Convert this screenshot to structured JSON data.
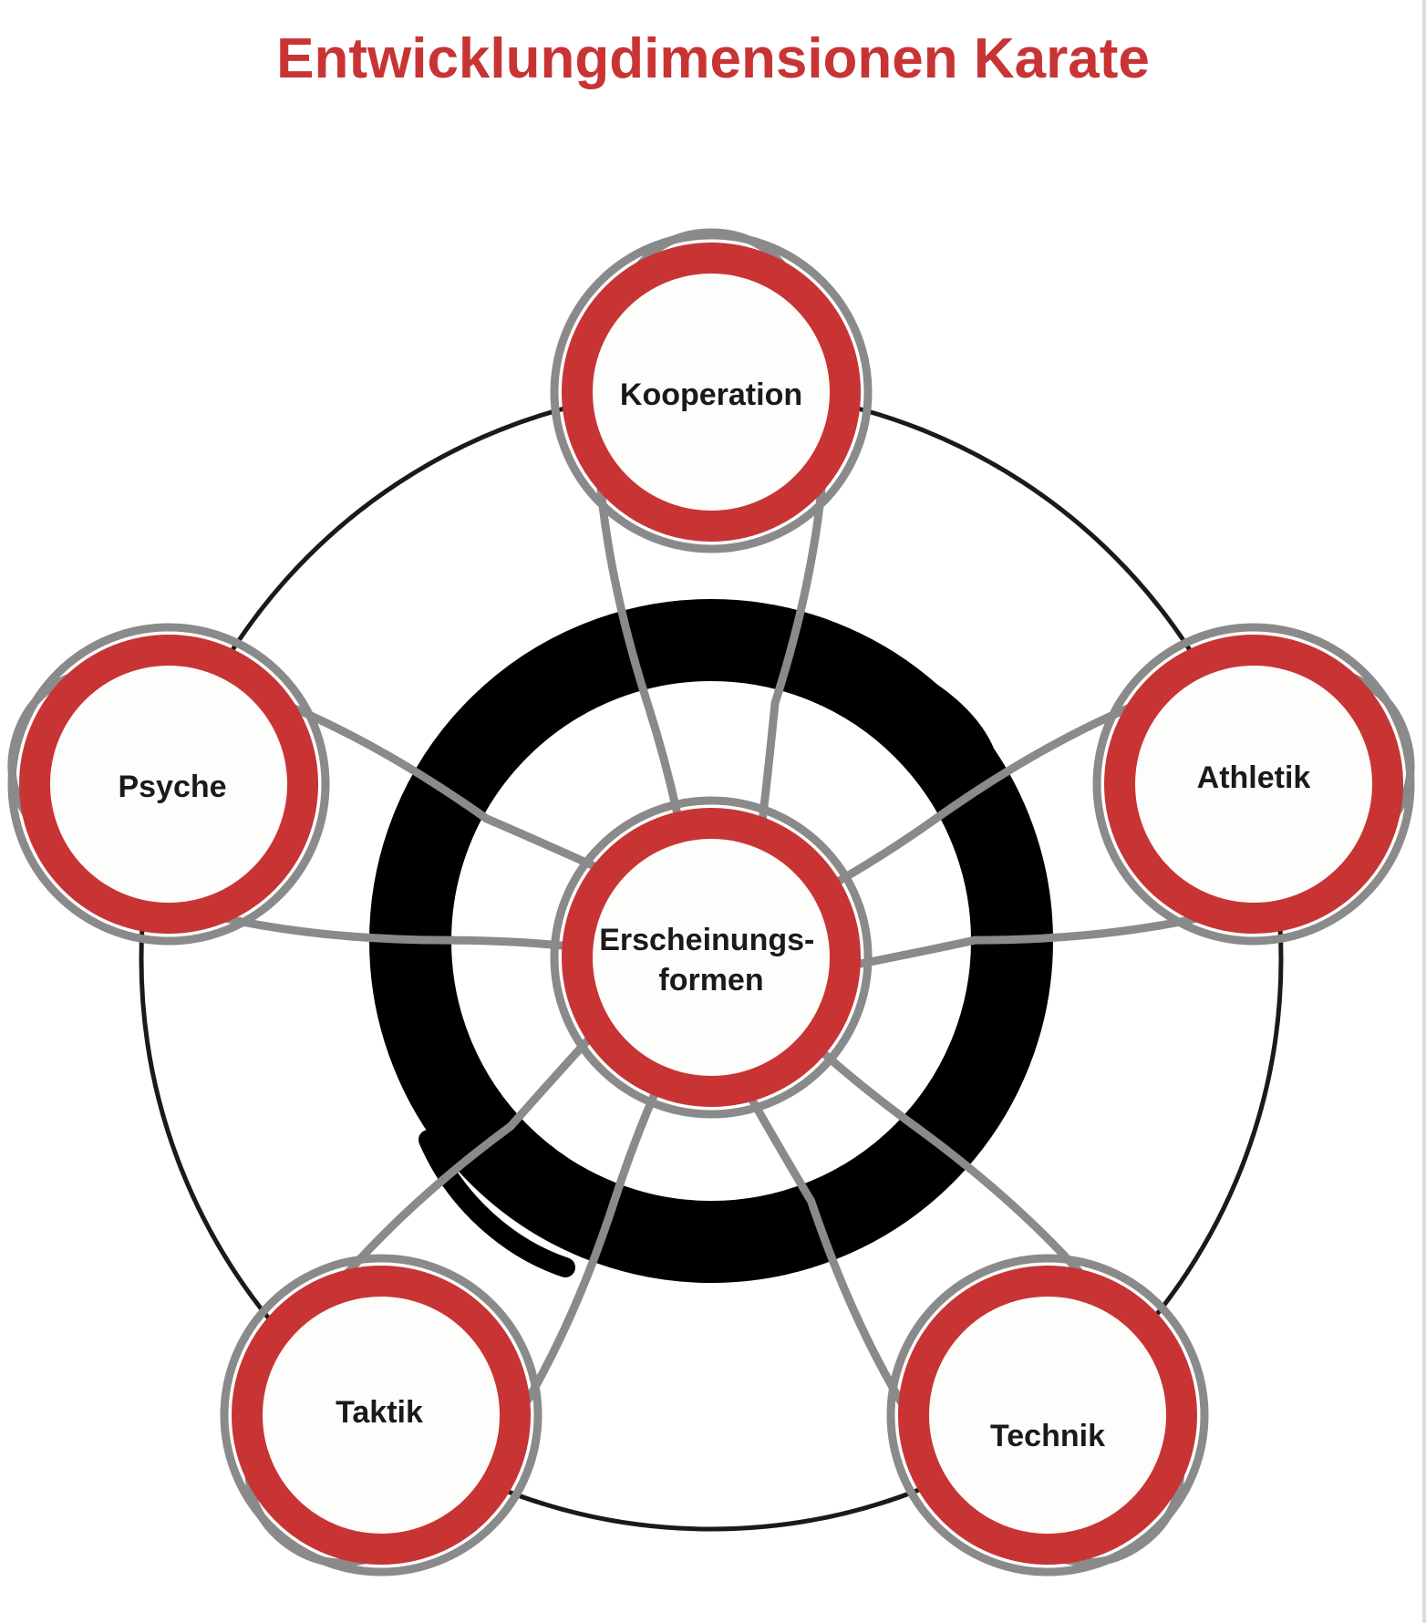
{
  "title": "Entwicklungdimensionen Karate",
  "colors": {
    "accent_red": "#c83434",
    "loop_gray": "#8a8a8a",
    "ink_black": "#000000",
    "outer_ring": "#1a1a1a",
    "node_fill": "#fdfdfb",
    "label_text": "#1a1a1a"
  },
  "center": {
    "lines": [
      "Erscheinungs-",
      "formen"
    ]
  },
  "dimensions": [
    {
      "id": "kooperation",
      "label": "Kooperation"
    },
    {
      "id": "athletik",
      "label": "Athletik"
    },
    {
      "id": "technik",
      "label": "Technik"
    },
    {
      "id": "taktik",
      "label": "Taktik"
    },
    {
      "id": "psyche",
      "label": "Psyche"
    }
  ],
  "decoration": {
    "enso": "black brush enso circle"
  }
}
